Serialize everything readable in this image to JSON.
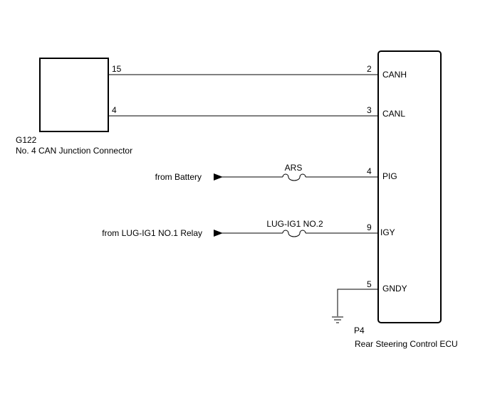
{
  "junction": {
    "code": "G122",
    "name": "No. 4 CAN Junction Connector",
    "pins": {
      "canh": "15",
      "canl": "4"
    }
  },
  "ecu": {
    "code": "P4",
    "name": "Rear Steering Control ECU",
    "pins": [
      {
        "label": "CANH",
        "number": "2"
      },
      {
        "label": "CANL",
        "number": "3"
      },
      {
        "label": "PIG",
        "number": "4"
      },
      {
        "label": "IGY",
        "number": "9"
      },
      {
        "label": "GNDY",
        "number": "5"
      }
    ]
  },
  "sources": {
    "battery": "from Battery",
    "relay": "from LUG-IG1 NO.1 Relay"
  },
  "fuses": {
    "ars": "ARS",
    "lug": "LUG-IG1 NO.2"
  },
  "icons": [
    "ground-icon",
    "fuse-icon",
    "arrow-icon"
  ]
}
